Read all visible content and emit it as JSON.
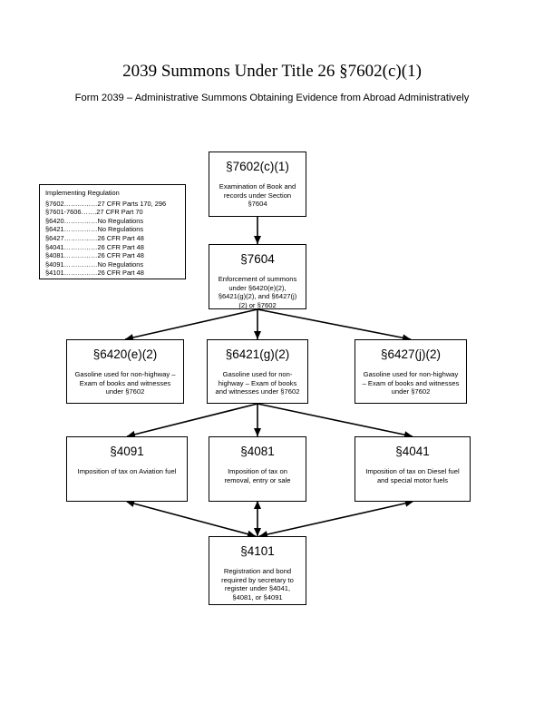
{
  "title": "2039 Summons Under Title 26 §7602(c)(1)",
  "subtitle": "Form 2039 – Administrative Summons Obtaining Evidence from Abroad Administratively",
  "regulation": {
    "heading": "Implementing Regulation",
    "rows": [
      "§7602……………27 CFR Parts 170, 296",
      "§7601-7606…….27 CFR Part 70",
      "§6420……………No Regulations",
      "§6421……………No Regulations",
      "§6427……………26 CFR Part 48",
      "§4041……………26 CFR Part 48",
      "§4081……………26 CFR Part 48",
      "§4091……………No Regulations",
      "§4101……………26 CFR Part 48"
    ]
  },
  "nodes": {
    "n7602c1": {
      "title": "§7602(c)(1)",
      "desc": "Examination of Book and records under Section §7604"
    },
    "n7604": {
      "title": "§7604",
      "desc": "Enforcement of summons under §6420(e)(2), §6421(g)(2), and §6427(j)(2) or §7602"
    },
    "n6420": {
      "title": "§6420(e)(2)",
      "desc": "Gasoline used for non-highway – Exam of books and witnesses under §7602"
    },
    "n6421": {
      "title": "§6421(g)(2)",
      "desc": "Gasoline used for non-highway – Exam of books and witnesses under §7602"
    },
    "n6427": {
      "title": "§6427(j)(2)",
      "desc": "Gasoline used for non-highway – Exam of books and witnesses under §7602"
    },
    "n4091": {
      "title": "§4091",
      "desc": "Imposition of tax on Aviation fuel"
    },
    "n4081": {
      "title": "§4081",
      "desc": "Imposition of tax on removal, entry or sale"
    },
    "n4041": {
      "title": "§4041",
      "desc": "Imposition of tax on Diesel fuel and special motor fuels"
    },
    "n4101": {
      "title": "§4101",
      "desc": "Registration and bond required by secretary to register under §4041, §4081, or §4091"
    }
  }
}
